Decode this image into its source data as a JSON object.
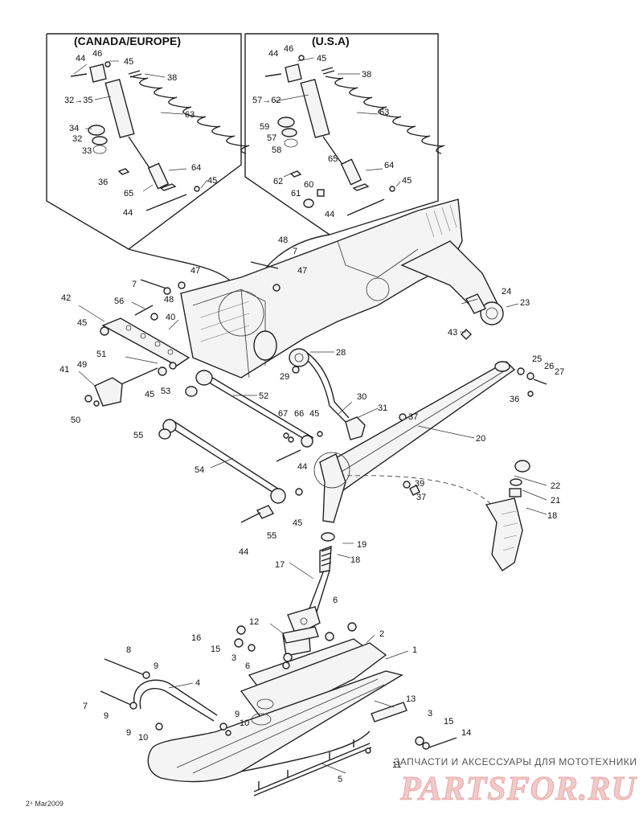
{
  "diagram": {
    "panels": {
      "left_title": "(CANADA/EUROPE)",
      "right_title": "(U.S.A)"
    },
    "labels": [
      {
        "id": "L44a",
        "text": "44"
      },
      {
        "id": "L46a",
        "text": "46"
      },
      {
        "id": "L45a",
        "text": "45"
      },
      {
        "id": "L38a",
        "text": "38"
      },
      {
        "id": "L3235",
        "text": "32→35"
      },
      {
        "id": "L63a",
        "text": "63"
      },
      {
        "id": "L34",
        "text": "34"
      },
      {
        "id": "L32",
        "text": "32"
      },
      {
        "id": "L33",
        "text": "33"
      },
      {
        "id": "L36",
        "text": "36"
      },
      {
        "id": "L64a",
        "text": "64"
      },
      {
        "id": "L45b",
        "text": "45"
      },
      {
        "id": "L65a",
        "text": "65"
      },
      {
        "id": "L44b",
        "text": "44"
      },
      {
        "id": "L44c",
        "text": "44"
      },
      {
        "id": "L46b",
        "text": "46"
      },
      {
        "id": "L45c",
        "text": "45"
      },
      {
        "id": "L38b",
        "text": "38"
      },
      {
        "id": "L5762",
        "text": "57→62"
      },
      {
        "id": "L63b",
        "text": "63"
      },
      {
        "id": "L59",
        "text": "59"
      },
      {
        "id": "L57",
        "text": "57"
      },
      {
        "id": "L58",
        "text": "58"
      },
      {
        "id": "L65b",
        "text": "65"
      },
      {
        "id": "L64b",
        "text": "64"
      },
      {
        "id": "L62",
        "text": "62"
      },
      {
        "id": "L60",
        "text": "60"
      },
      {
        "id": "L45d",
        "text": "45"
      },
      {
        "id": "L61",
        "text": "61"
      },
      {
        "id": "L44d",
        "text": "44"
      },
      {
        "id": "L48a",
        "text": "48"
      },
      {
        "id": "L7a",
        "text": "7"
      },
      {
        "id": "L47a",
        "text": "47"
      },
      {
        "id": "L7b",
        "text": "7"
      },
      {
        "id": "L47b",
        "text": "47"
      },
      {
        "id": "L48b",
        "text": "48"
      },
      {
        "id": "L42",
        "text": "42"
      },
      {
        "id": "L56",
        "text": "56"
      },
      {
        "id": "L40",
        "text": "40"
      },
      {
        "id": "L45e",
        "text": "45"
      },
      {
        "id": "L24",
        "text": "24"
      },
      {
        "id": "L23",
        "text": "23"
      },
      {
        "id": "L43",
        "text": "43"
      },
      {
        "id": "L51",
        "text": "51"
      },
      {
        "id": "L28",
        "text": "28"
      },
      {
        "id": "L49",
        "text": "49"
      },
      {
        "id": "L41",
        "text": "41"
      },
      {
        "id": "L45f",
        "text": "45"
      },
      {
        "id": "L53",
        "text": "53"
      },
      {
        "id": "L29",
        "text": "29"
      },
      {
        "id": "L25",
        "text": "25"
      },
      {
        "id": "L26",
        "text": "26"
      },
      {
        "id": "L27",
        "text": "27"
      },
      {
        "id": "L36b",
        "text": "36"
      },
      {
        "id": "L50",
        "text": "50"
      },
      {
        "id": "L52",
        "text": "52"
      },
      {
        "id": "L30",
        "text": "30"
      },
      {
        "id": "L31",
        "text": "31"
      },
      {
        "id": "L37a",
        "text": "37"
      },
      {
        "id": "L67",
        "text": "67"
      },
      {
        "id": "L66",
        "text": "66"
      },
      {
        "id": "L45g",
        "text": "45"
      },
      {
        "id": "L55a",
        "text": "55"
      },
      {
        "id": "L20",
        "text": "20"
      },
      {
        "id": "L44e",
        "text": "44"
      },
      {
        "id": "L54",
        "text": "54"
      },
      {
        "id": "L22",
        "text": "22"
      },
      {
        "id": "L39",
        "text": "39"
      },
      {
        "id": "L21",
        "text": "21"
      },
      {
        "id": "L37b",
        "text": "37"
      },
      {
        "id": "L18a",
        "text": "18"
      },
      {
        "id": "L45h",
        "text": "45"
      },
      {
        "id": "L55b",
        "text": "55"
      },
      {
        "id": "L19",
        "text": "19"
      },
      {
        "id": "L44f",
        "text": "44"
      },
      {
        "id": "L18b",
        "text": "18"
      },
      {
        "id": "L17",
        "text": "17"
      },
      {
        "id": "L6a",
        "text": "6"
      },
      {
        "id": "L12",
        "text": "12"
      },
      {
        "id": "L16",
        "text": "16"
      },
      {
        "id": "L15a",
        "text": "15"
      },
      {
        "id": "L2",
        "text": "2"
      },
      {
        "id": "L3a",
        "text": "3"
      },
      {
        "id": "L8",
        "text": "8"
      },
      {
        "id": "L1",
        "text": "1"
      },
      {
        "id": "L6b",
        "text": "6"
      },
      {
        "id": "L9a",
        "text": "9"
      },
      {
        "id": "L4",
        "text": "4"
      },
      {
        "id": "L7c",
        "text": "7"
      },
      {
        "id": "L9b",
        "text": "9"
      },
      {
        "id": "L13",
        "text": "13"
      },
      {
        "id": "L9c",
        "text": "9"
      },
      {
        "id": "L10a",
        "text": "10"
      },
      {
        "id": "L9d",
        "text": "9"
      },
      {
        "id": "L10b",
        "text": "10"
      },
      {
        "id": "L3b",
        "text": "3"
      },
      {
        "id": "L15b",
        "text": "15"
      },
      {
        "id": "L14",
        "text": "14"
      },
      {
        "id": "L11",
        "text": "11"
      },
      {
        "id": "L5",
        "text": "5"
      }
    ],
    "footer_date": "2⁴ Mar2009",
    "watermark": {
      "caption": "ЗАПЧАСТИ И АКСЕССУАРЫ ДЛЯ МОТОТЕХНИКИ",
      "logo": "PARTSFOR.RU"
    }
  }
}
